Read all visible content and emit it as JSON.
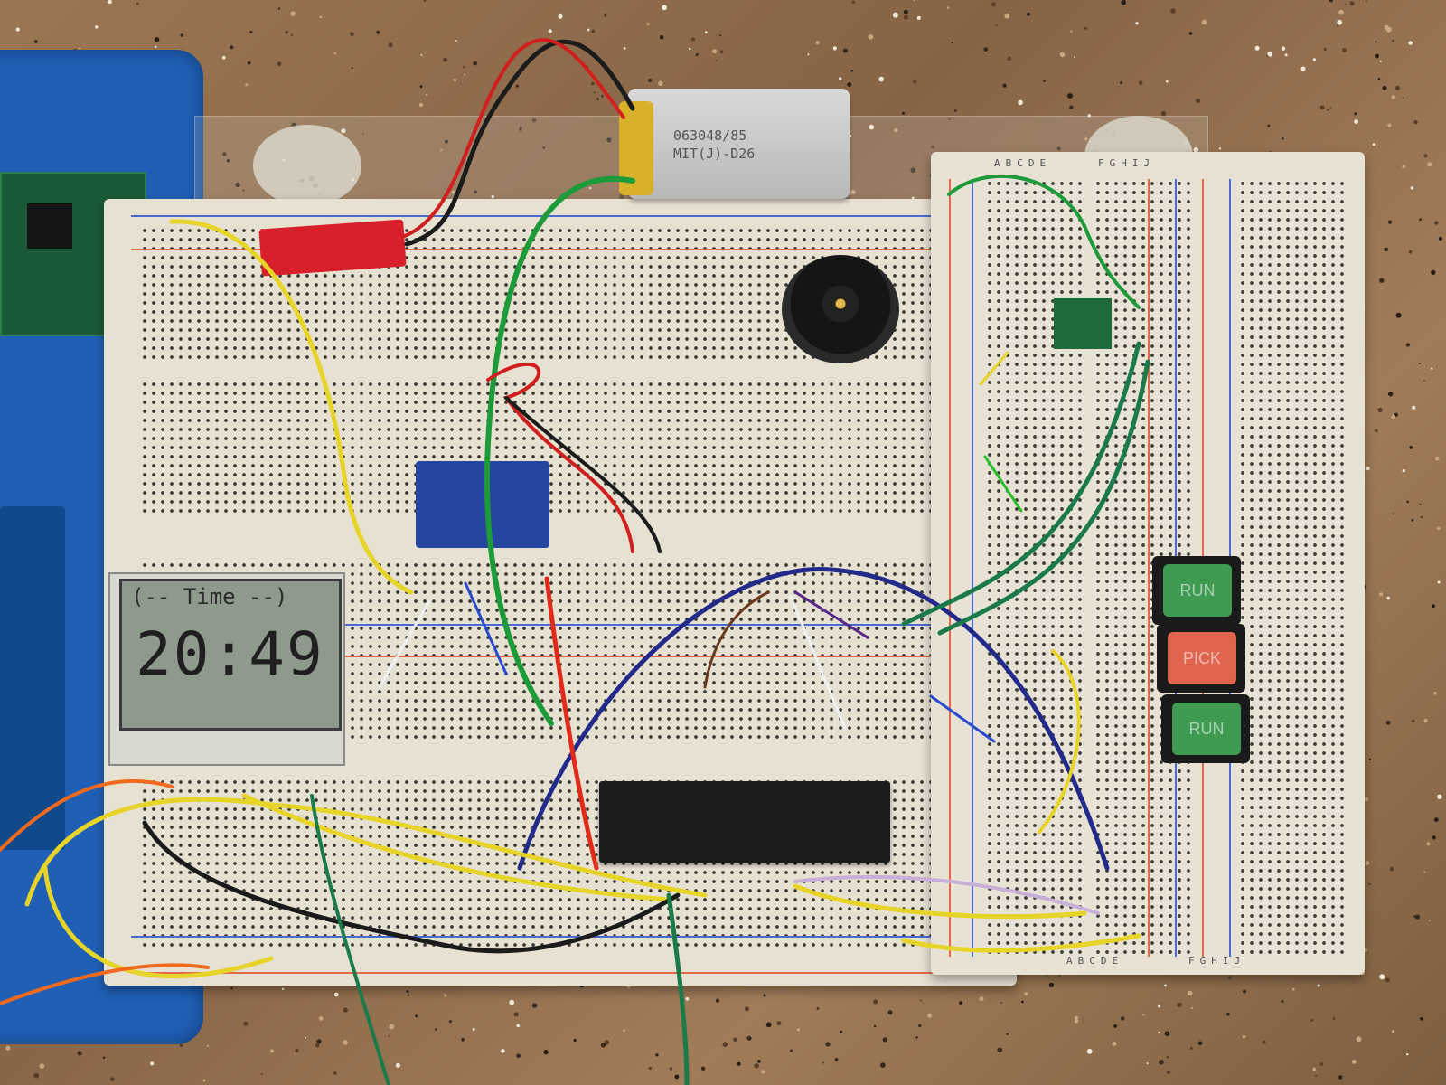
{
  "lcd": {
    "title": "(-- Time --)",
    "time": "20:49"
  },
  "battery": {
    "label_line1": "063048/85",
    "label_line2": "MIT(J)-D26"
  },
  "buttons": [
    {
      "label": "RUN",
      "color": "#3f9a52"
    },
    {
      "label": "PICK",
      "color": "#e0644e"
    },
    {
      "label": "RUN",
      "color": "#3f9a52"
    }
  ],
  "breadboard_labels": {
    "top_left": "ABCDE",
    "top_right": "FGHIJ",
    "bottom_left": "ABCDE",
    "bottom_right": "FGHIJ"
  },
  "colors": {
    "mat": "#1f5fb5",
    "breadboard": "#e7e1d2",
    "chip": "#1c1c1c",
    "charger": "#d8202a"
  }
}
